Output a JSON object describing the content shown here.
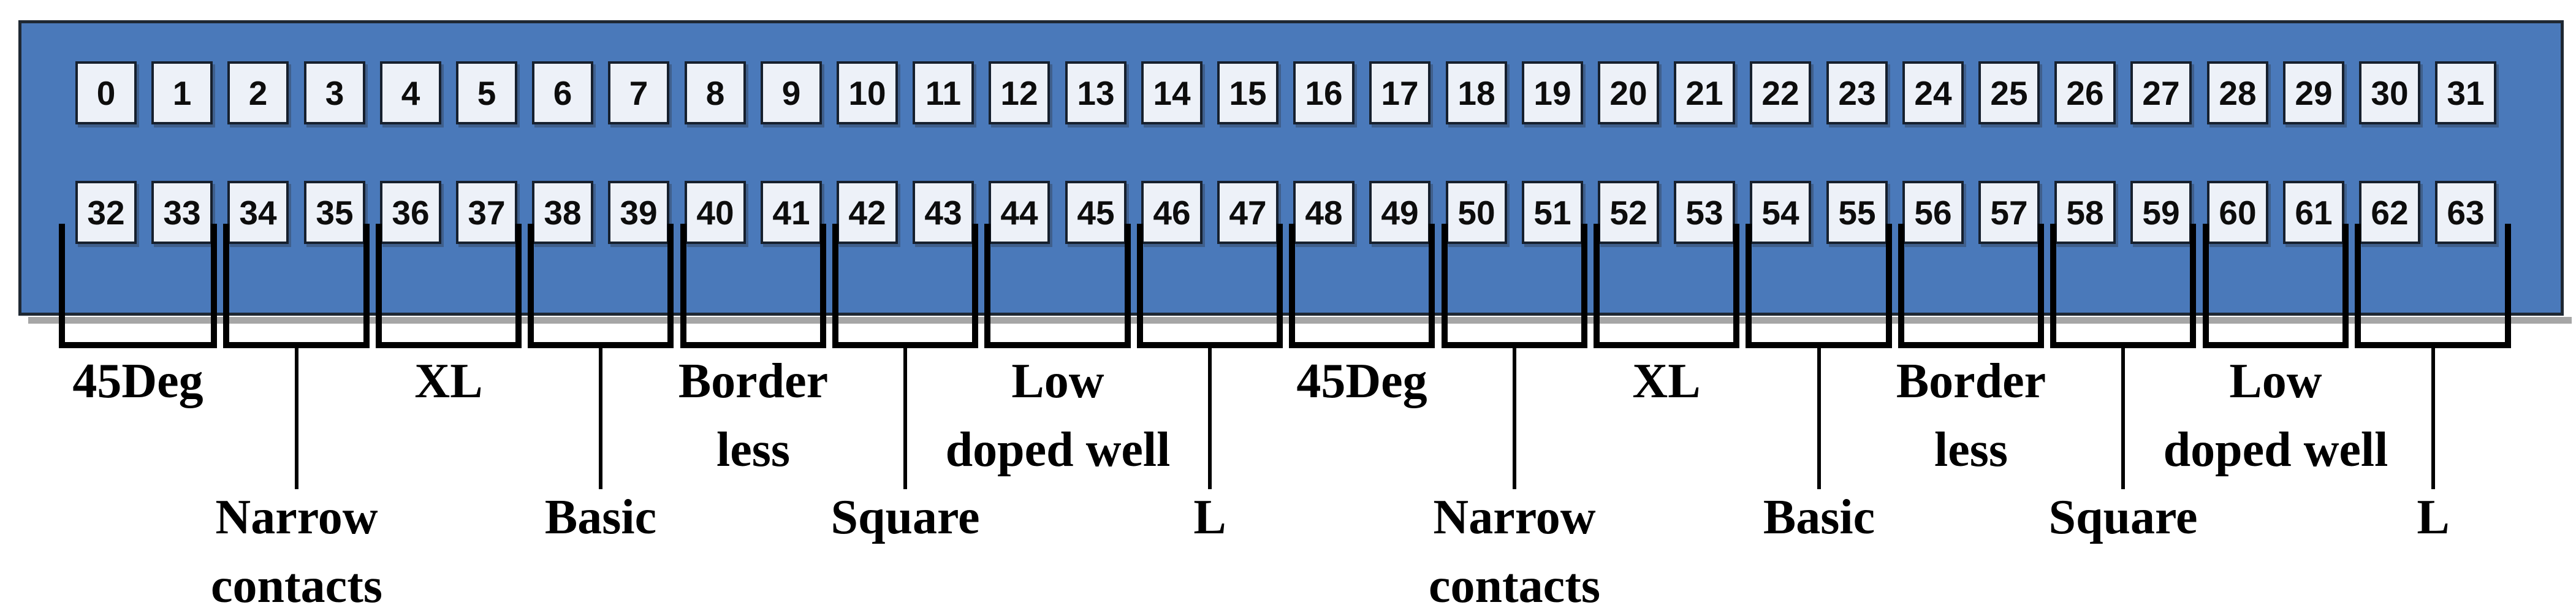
{
  "diagram": {
    "colors": {
      "panel_fill": "#4a79ba",
      "panel_border": "#1f2833",
      "cell_fill": "#edf1f8",
      "cell_border": "#16202e",
      "line_color": "#000000",
      "label_color": "#000000"
    },
    "top_row_cells": [
      "0",
      "1",
      "2",
      "3",
      "4",
      "5",
      "6",
      "7",
      "8",
      "9",
      "10",
      "11",
      "12",
      "13",
      "14",
      "15",
      "16",
      "17",
      "18",
      "19",
      "20",
      "21",
      "22",
      "23",
      "24",
      "25",
      "26",
      "27",
      "28",
      "29",
      "30",
      "31"
    ],
    "bottom_row_cells": [
      "32",
      "33",
      "34",
      "35",
      "36",
      "37",
      "38",
      "39",
      "40",
      "41",
      "42",
      "43",
      "44",
      "45",
      "46",
      "47",
      "48",
      "49",
      "50",
      "51",
      "52",
      "53",
      "54",
      "55",
      "56",
      "57",
      "58",
      "59",
      "60",
      "61",
      "62",
      "63"
    ],
    "groups": [
      {
        "label": "45Deg",
        "position": "upper"
      },
      {
        "label": "Narrow\ncontacts",
        "position": "lower"
      },
      {
        "label": "XL",
        "position": "upper"
      },
      {
        "label": "Basic",
        "position": "lower"
      },
      {
        "label": "Border\nless",
        "position": "upper"
      },
      {
        "label": "Square",
        "position": "lower"
      },
      {
        "label": "Low\ndoped well",
        "position": "upper"
      },
      {
        "label": "L",
        "position": "lower"
      },
      {
        "label": "45Deg",
        "position": "upper"
      },
      {
        "label": "Narrow\ncontacts",
        "position": "lower"
      },
      {
        "label": "XL",
        "position": "upper"
      },
      {
        "label": "Basic",
        "position": "lower"
      },
      {
        "label": "Border\nless",
        "position": "upper"
      },
      {
        "label": "Square",
        "position": "lower"
      },
      {
        "label": "Low\ndoped well",
        "position": "upper"
      },
      {
        "label": "L",
        "position": "lower"
      }
    ]
  }
}
